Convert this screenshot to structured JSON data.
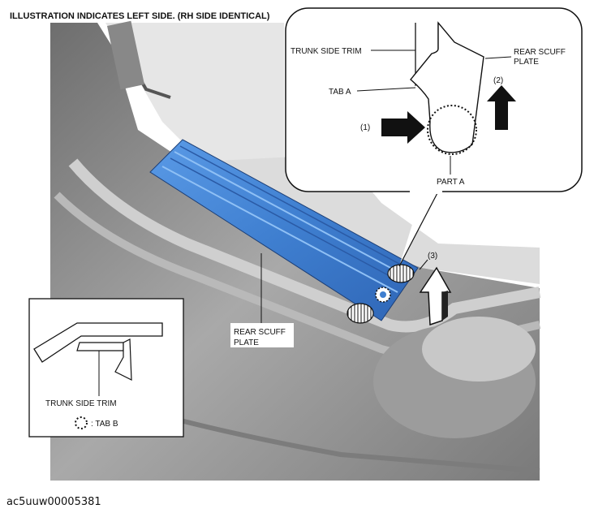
{
  "header": "ILLUSTRATION INDICATES LEFT SIDE. (RH SIDE IDENTICAL)",
  "callout": {
    "trunk_side_trim": "TRUNK SIDE TRIM",
    "tab_a": "TAB A",
    "rear_scuff_plate_l1": "REAR SCUFF",
    "rear_scuff_plate_l2": "PLATE",
    "step1": "(1)",
    "step2": "(2)",
    "part_a": "PART A"
  },
  "main": {
    "step3": "(3)",
    "rear_scuff_plate_l1": "REAR SCUFF",
    "rear_scuff_plate_l2": "PLATE"
  },
  "inset": {
    "trunk_side_trim": "TRUNK SIDE TRIM",
    "tab_b_legend": ": TAB B"
  },
  "figure_code": "ac5uuw00005381",
  "colors": {
    "scuff_plate": "#3f7fd0",
    "body_gray": "#8a8a8a"
  }
}
